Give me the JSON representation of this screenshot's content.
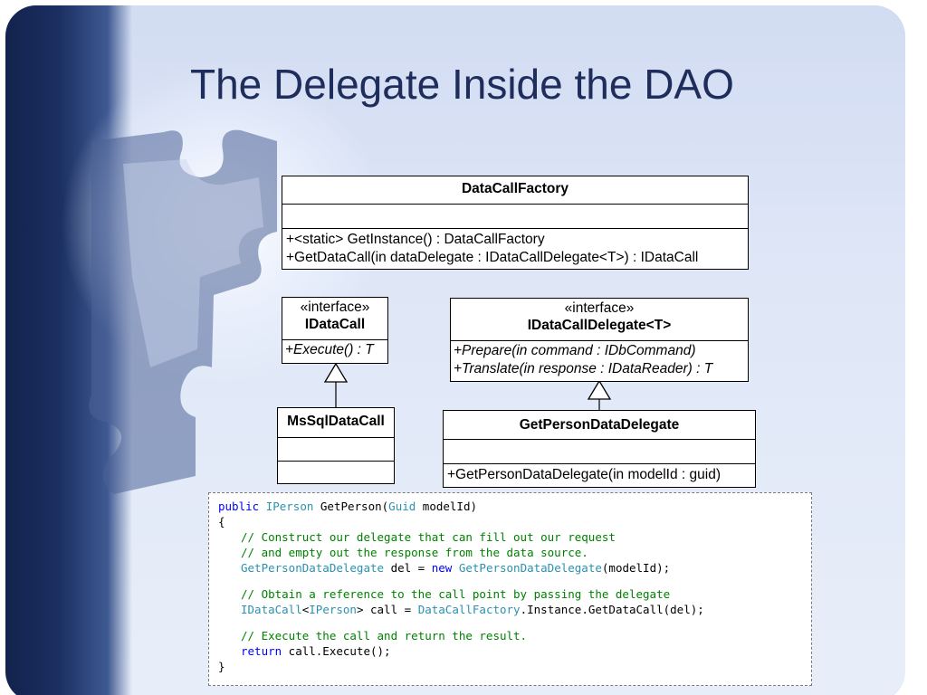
{
  "title": "The Delegate Inside the DAO",
  "diagram": {
    "factory": {
      "name": "DataCallFactory",
      "operations": [
        "+<static> GetInstance() : DataCallFactory",
        "+GetDataCall(in dataDelegate : IDataCallDelegate<T>) : IDataCall"
      ]
    },
    "idatacall": {
      "stereotype": "«interface»",
      "name": "IDataCall",
      "operations": [
        "+Execute() : T"
      ]
    },
    "idatacalldelegate": {
      "stereotype": "«interface»",
      "name": "IDataCallDelegate<T>",
      "operations": [
        "+Prepare(in command : IDbCommand)",
        "+Translate(in response : IDataReader) : T"
      ]
    },
    "mssql": {
      "name": "MsSqlDataCall"
    },
    "getperson": {
      "name": "GetPersonDataDelegate",
      "operations": [
        "+GetPersonDataDelegate(in modelId : guid)"
      ]
    }
  },
  "code": {
    "l1": {
      "kw": "public",
      "ty": "IPerson",
      "rest": " GetPerson(",
      "ty2": "Guid",
      "rest2": " modelId)"
    },
    "open": "{",
    "c1": "// Construct our delegate that can fill out our request",
    "c2": "// and empty out the response from the data source.",
    "l2": {
      "ty": "GetPersonDataDelegate",
      "rest": " del = ",
      "kw": "new",
      "ty2": "GetPersonDataDelegate",
      "rest2": "(modelId);"
    },
    "c3": "// Obtain a reference to the call point by passing the delegate",
    "l3": {
      "ty": "IDataCall",
      "lt": "<",
      "ty2": "IPerson",
      "gt": ">",
      "rest": " call = ",
      "ty3": "DataCallFactory",
      "rest2": ".Instance.GetDataCall(del);"
    },
    "c4": "// Execute the call and return the result.",
    "l4": {
      "kw": "return",
      "rest": " call.Execute();"
    },
    "close": "}"
  },
  "colors": {
    "title": "#1f2d5c",
    "keyword": "#0000ff",
    "type": "#2b91af",
    "comment": "#008000"
  }
}
